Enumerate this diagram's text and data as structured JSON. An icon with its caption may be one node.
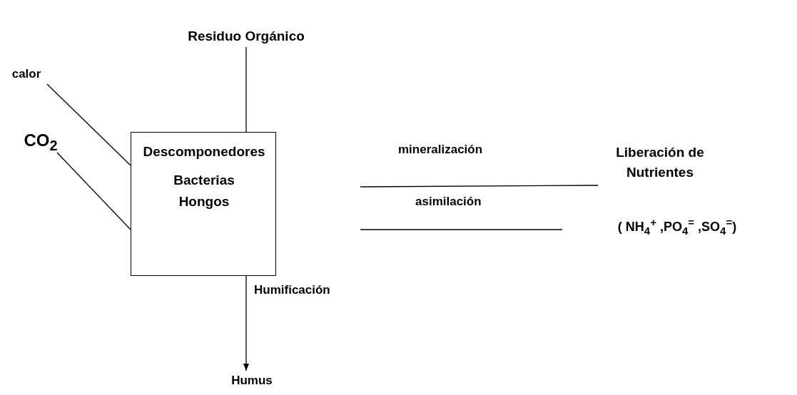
{
  "diagram": {
    "nodes": [
      {
        "text": [
          "Residuo Orgánico"
        ]
      },
      {
        "text": [
          "calor"
        ]
      },
      {
        "text": [
          "CO$_{2}$"
        ]
      },
      {
        "text": [
          "Descomponedores",
          "Bacterias Hongos"
        ]
      },
      {
        "text": [
          "Liberación de Nutrientes"
        ]
      },
      {
        "text": [
          "( NH$_{4}$$^{+}$ ,PO$_{4}$$^{=}$ ,SO$_{4}$$^{=}$)"
        ]
      },
      {
        "text": [
          "Humus"
        ]
      }
    ],
    "edges": [
      {
        "from": 0,
        "to": 3,
        "arrow": "none"
      },
      {
        "from": 1,
        "to": 3,
        "arrow": "none"
      },
      {
        "from": 2,
        "to": 3,
        "arrow": "none"
      },
      {
        "from": null,
        "to": 4,
        "arrow": "none",
        "label": "mineralización"
      },
      {
        "from": null,
        "to": 5,
        "arrow": "none",
        "label": "asimilación"
      },
      {
        "from": 3,
        "to": 6,
        "arrow": "to",
        "label": "Humificación"
      }
    ]
  }
}
